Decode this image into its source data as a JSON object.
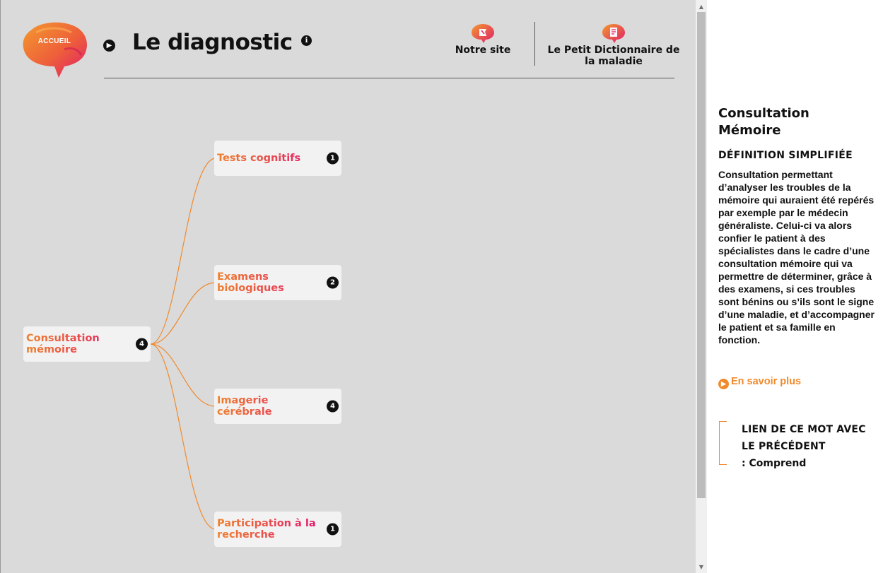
{
  "header": {
    "logo_label": "ACCUEIL",
    "title": "Le diagnostic",
    "nav": [
      {
        "label": "Notre site",
        "icon": "site-bubble-icon"
      },
      {
        "label": "Le Petit Dictionnaire de la maladie",
        "icon": "dictionary-bubble-icon"
      }
    ]
  },
  "mindmap": {
    "root": {
      "label": "Consultation mémoire",
      "count": "4"
    },
    "children": [
      {
        "label": "Tests cognitifs",
        "count": "1"
      },
      {
        "label": "Examens biologiques",
        "count": "2"
      },
      {
        "label": "Imagerie cérébrale",
        "count": "4"
      },
      {
        "label": "Participation à la recherche",
        "count": "1"
      }
    ]
  },
  "panel": {
    "title": "Consultation Mémoire",
    "subtitle": "DÉFINITION SIMPLIFIÉE",
    "definition": "Consultation permettant d’analyser les troubles de la mémoire qui auraient été repérés par exemple par le médecin généraliste. Celui-ci va alors confier le patient à des spécialistes dans le cadre d’une consultation mémoire qui va permettre de déterminer, grâce à des examens, si ces troubles sont bénins ou s’ils sont le signe d’une maladie, et d’accompagner le patient et sa famille en fonction.",
    "more_link": "En savoir plus",
    "link_heading": "LIEN DE CE MOT AVEC LE PRÉCÉDENT",
    "link_value": ": Comprend"
  },
  "colors": {
    "accent_orange": "#f08a2c",
    "accent_pink": "#e21a6b",
    "background": "#dadada"
  }
}
